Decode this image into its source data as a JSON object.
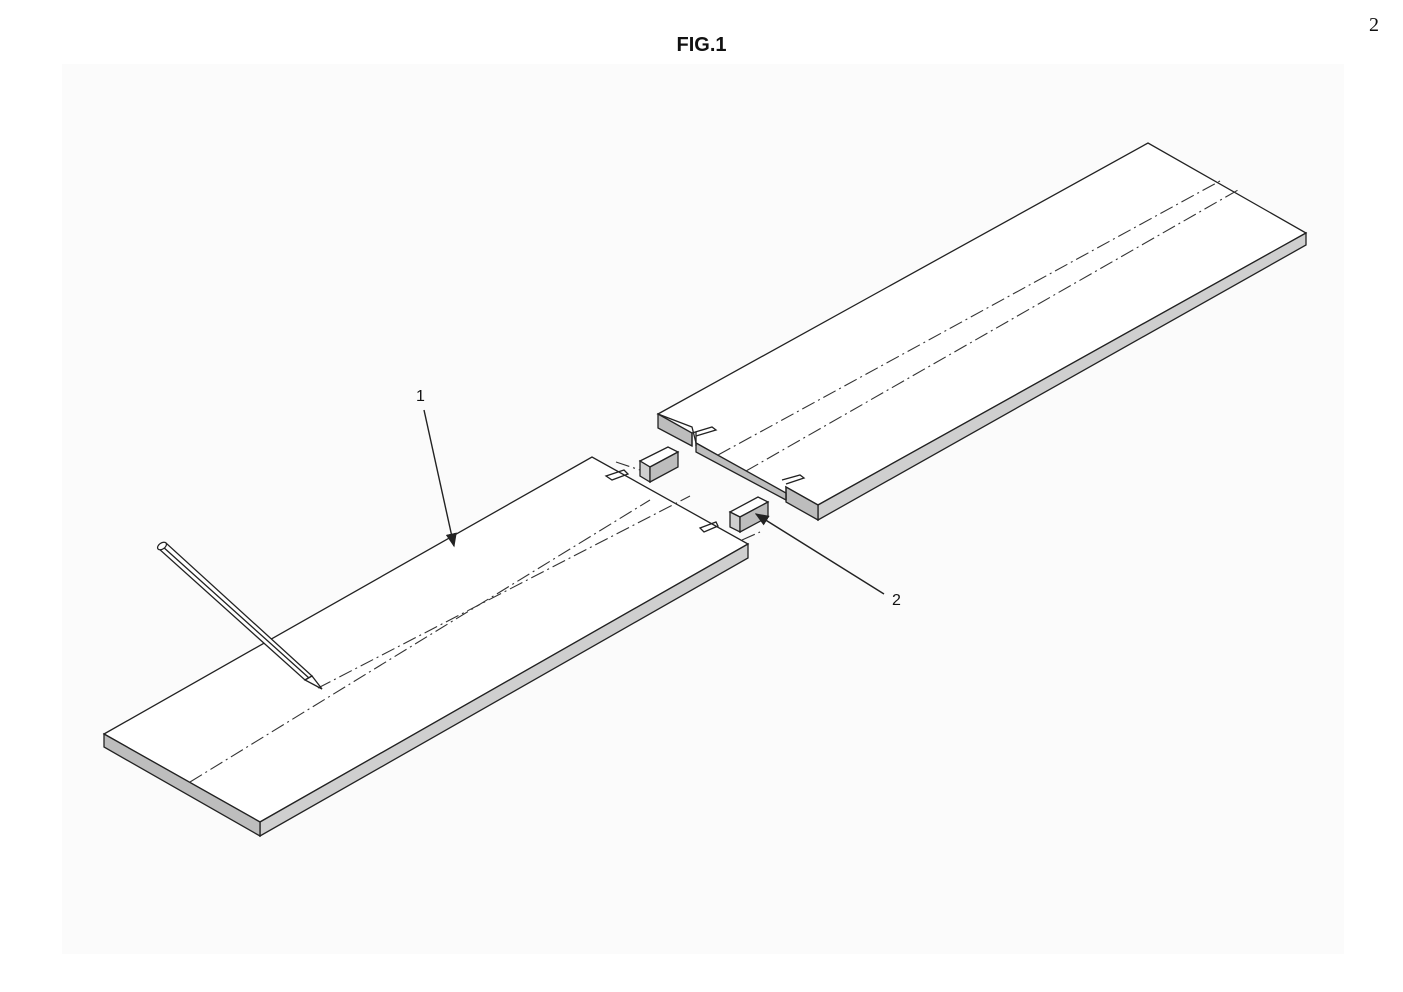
{
  "page": {
    "number": "2"
  },
  "figure": {
    "title": "FIG.1"
  },
  "labels": [
    {
      "id": "ref-1",
      "text": "1"
    },
    {
      "id": "ref-2",
      "text": "2"
    }
  ]
}
